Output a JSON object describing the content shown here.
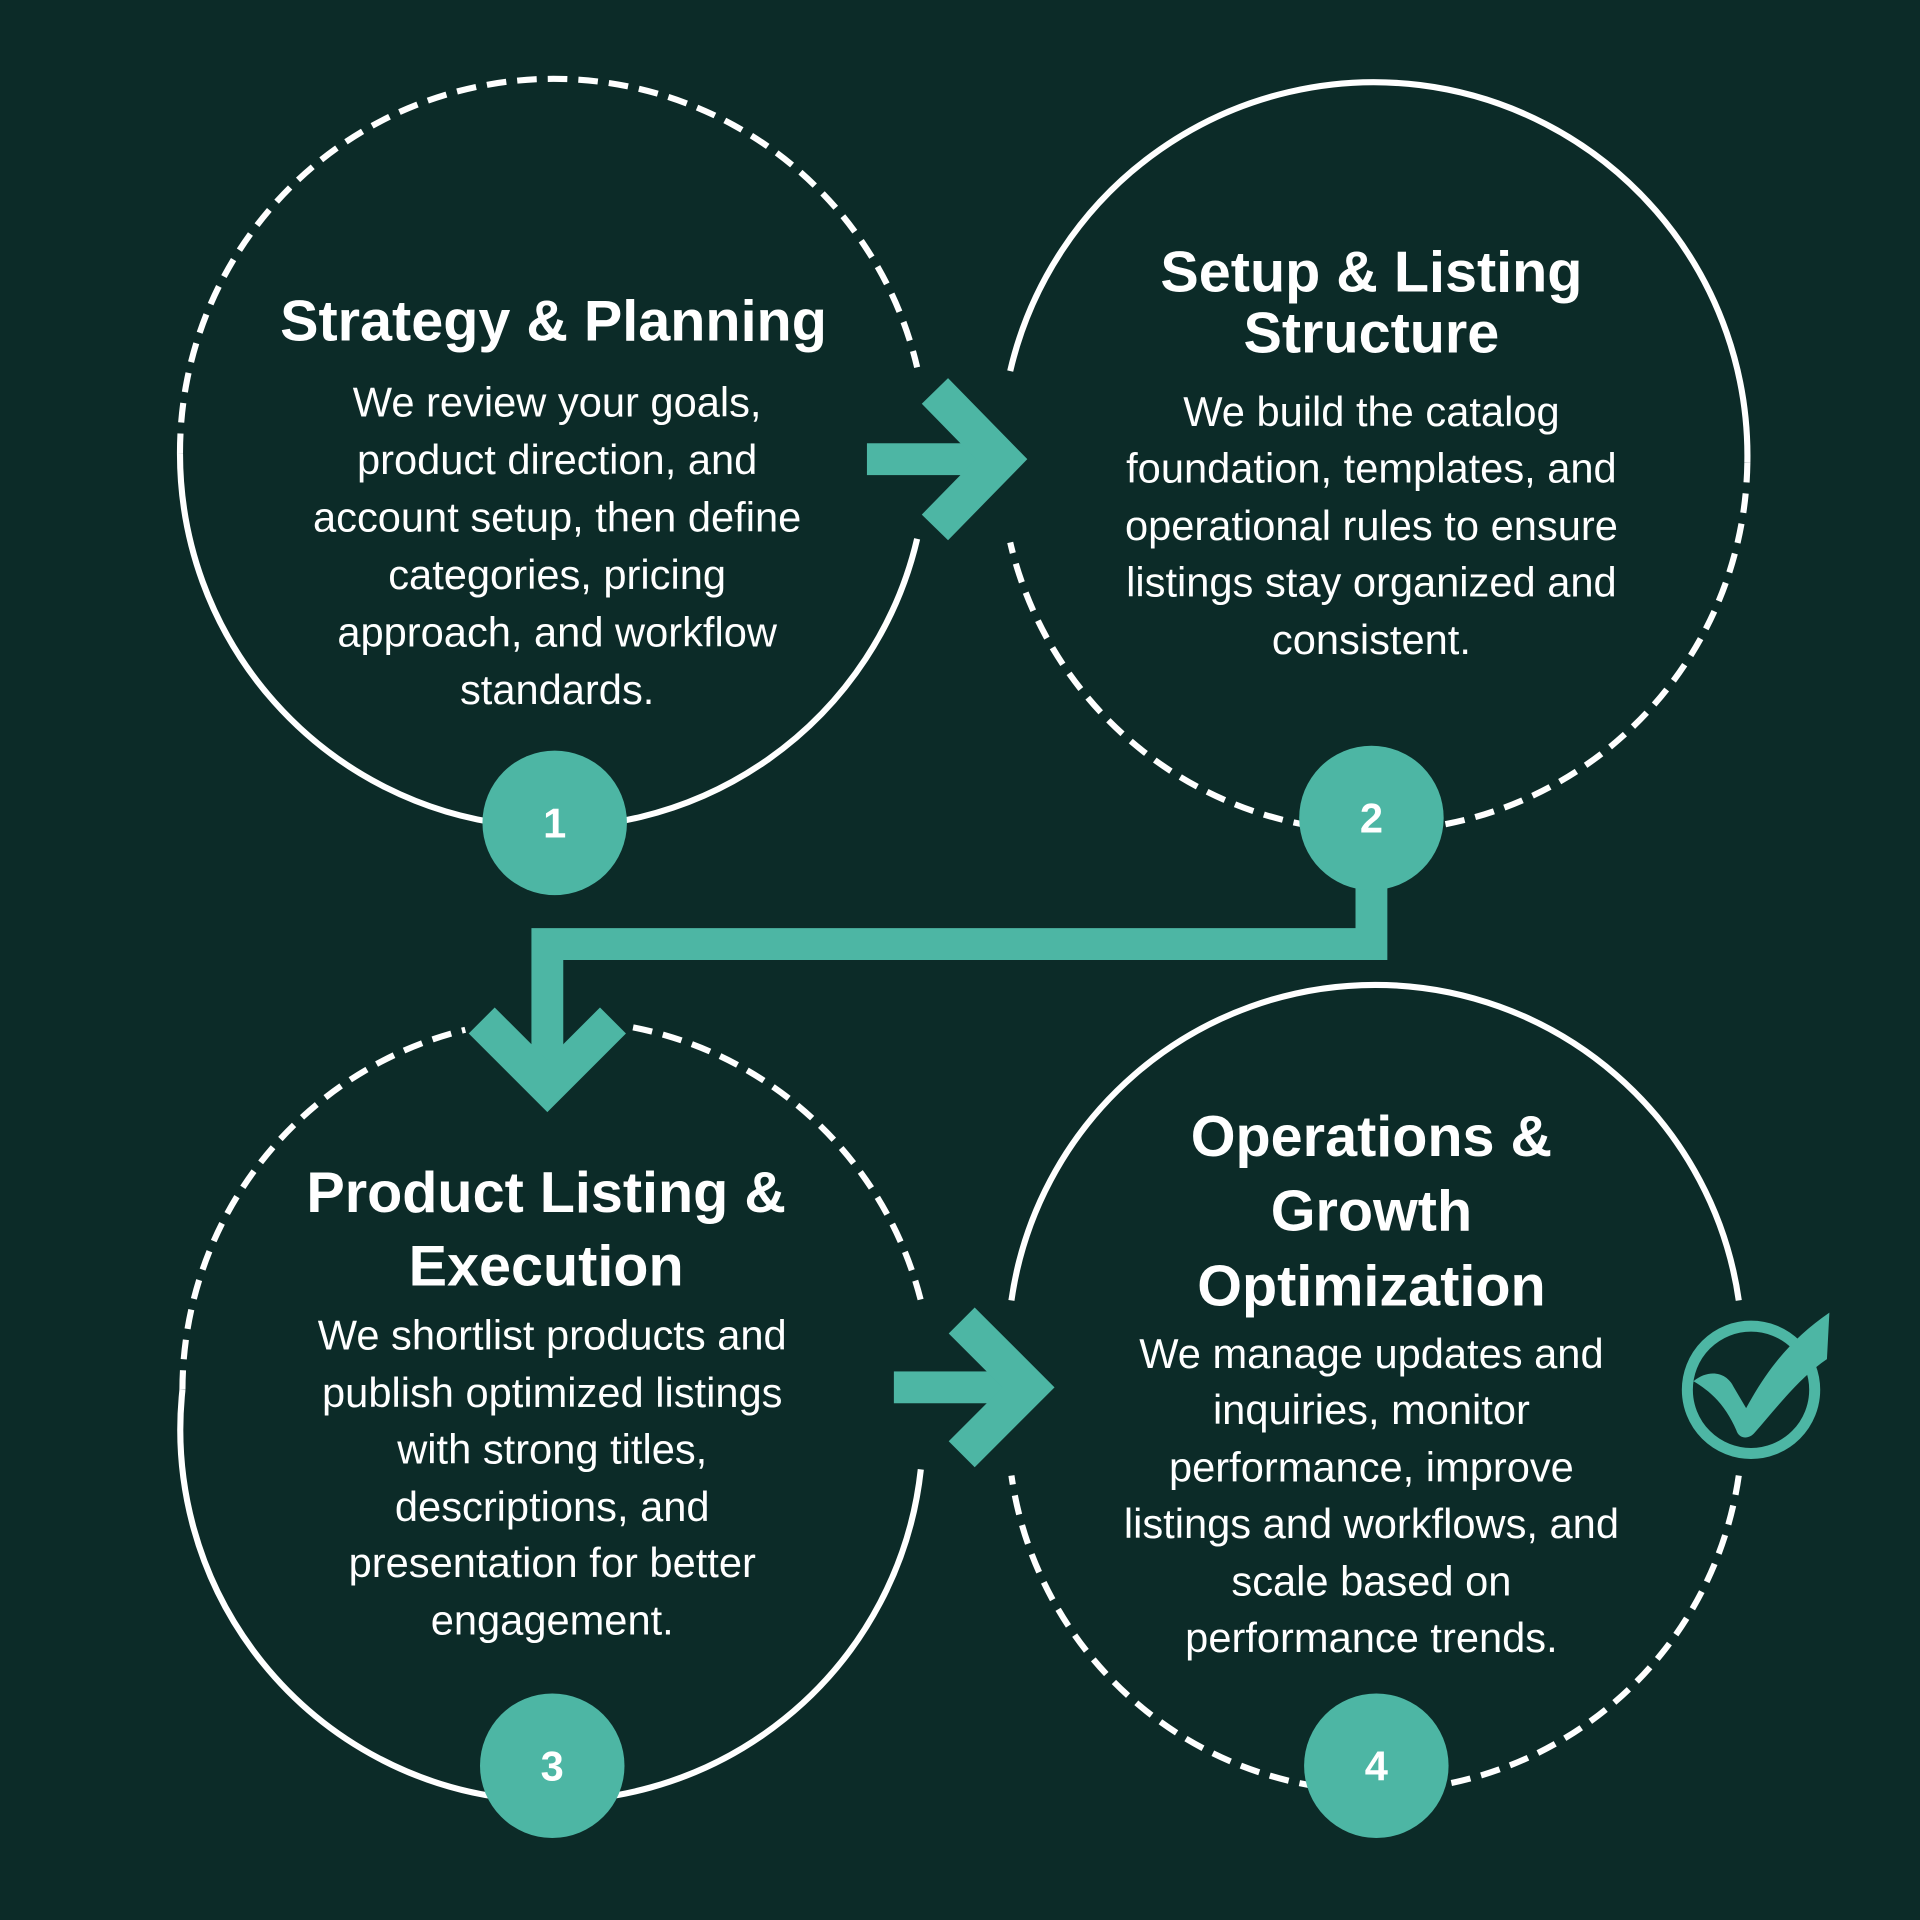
{
  "colors": {
    "background": "#0c2b28",
    "accent": "#4db6a4",
    "text": "#ffffff"
  },
  "steps": [
    {
      "number": "1",
      "title_lines": [
        "Strategy & Planning"
      ],
      "body_lines": [
        "We review your goals,",
        "product direction, and",
        "account setup, then define",
        "categories, pricing",
        "approach, and workflow",
        "standards."
      ]
    },
    {
      "number": "2",
      "title_lines": [
        "Setup & Listing",
        "Structure"
      ],
      "body_lines": [
        "We build the catalog",
        "foundation, templates, and",
        "operational rules to ensure",
        "listings stay organized and",
        "consistent."
      ]
    },
    {
      "number": "3",
      "title_lines": [
        "Product Listing &",
        "Execution"
      ],
      "body_lines": [
        "We shortlist products and",
        "publish optimized listings",
        "with strong titles,",
        "descriptions, and",
        "presentation for better",
        "engagement."
      ]
    },
    {
      "number": "4",
      "title_lines": [
        "Operations &",
        "Growth",
        "Optimization"
      ],
      "body_lines": [
        "We manage updates and",
        "inquiries, monitor",
        "performance, improve",
        "listings and workflows, and",
        "scale based on",
        "performance trends."
      ]
    }
  ],
  "icons": [
    "arrow-right-icon",
    "connector-arrow-down-icon",
    "checkmark-circle-icon"
  ]
}
